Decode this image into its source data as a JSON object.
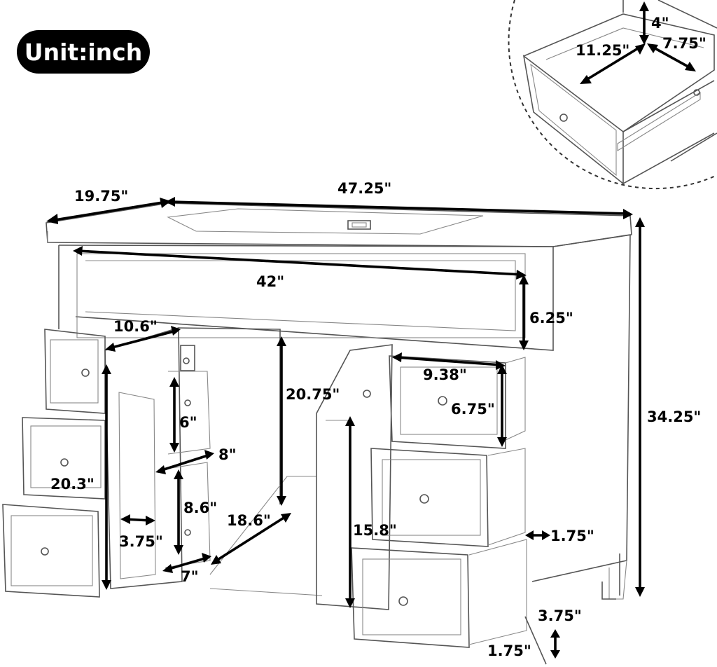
{
  "unit_label": "Unit:inch",
  "dimensions": {
    "counter_depth": "19.75\"",
    "overall_width": "47.25\"",
    "cabinet_inner_width": "42\"",
    "top_panel_height": "6.25\"",
    "overall_height": "34.25\"",
    "inset_drawer_depth": "11.25\"",
    "inset_drawer_height": "4\"",
    "inset_drawer_width": "7.75\"",
    "door_width": "10.6\"",
    "left_drawer_stack_height": "20.3\"",
    "shelf_upper_height": "6\"",
    "shelf_depth": "8\"",
    "shelf_lower_height": "8.6\"",
    "hinge_offset": "3.75\"",
    "shelf_bottom_width": "7\"",
    "opening_depth": "18.6\"",
    "opening_height": "20.75\"",
    "right_opening_height": "15.8\"",
    "right_drawer_width": "9.38\"",
    "right_drawer_height": "6.75\"",
    "side_gap": "1.75\"",
    "leg_height": "3.75\"",
    "toe_kick": "1.75\""
  }
}
